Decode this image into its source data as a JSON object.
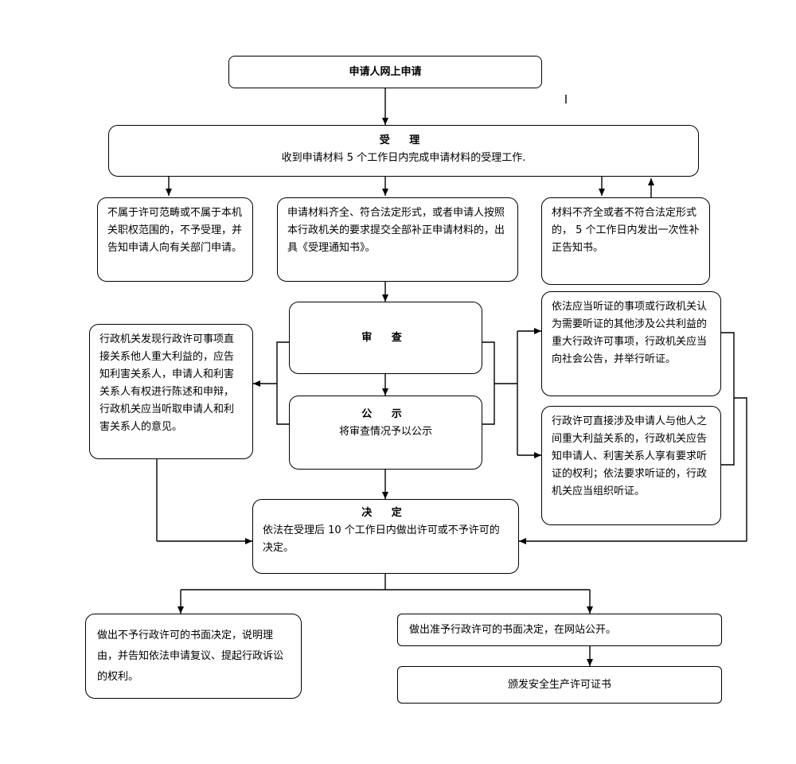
{
  "apply": "申请人网上申请",
  "accept": {
    "title": "受 理",
    "text": "收到申请材料 5 个工作日内完成申请材料的受理工作."
  },
  "reject_scope": "不属于许可范畴或不属于本机关职权范围的，不予受理，并告知申请人向有关部门申请。",
  "complete": "申请材料齐全、符合法定形式，或者申请人按照本行政机关的要求提交全部补正申请材料的，出具《受理通知书》。",
  "incomplete": "材料不齐全或者不符合法定形式的， 5 个工作日内发出一次性补正告知书。",
  "review": {
    "title": "审 查"
  },
  "notify_parties": "行政机关发现行政许可事项直接关系他人重大利益的，应告知利害关系人，申请人和利害关系人有权进行陈述和申辩，行政机关应当听取申请人和利害关系人的意见。",
  "publicity": {
    "title": "公 示",
    "text": "将审查情况予以公示"
  },
  "hearing_public": "依法应当听证的事项或行政机关认为需要听证的其他涉及公共利益的重大行政许可事项，行政机关应当向社会公告，并举行听证。",
  "hearing_party": "行政许可直接涉及申请人与他人之间重大利益关系的，行政机关应告知申请人、利害关系人享有要求听证的权利；依法要求听证的，行政机关应当组织听证。",
  "decision": {
    "title": "决 定",
    "text": "依法在受理后 10 个工作日内做出许可或不予许可的决定。"
  },
  "deny": "做出不予行政许可的书面决定，说明理由，并告知依法申请复议、提起行政诉讼的权利。",
  "grant": "做出准予行政许可的书面决定，在网站公开。",
  "certificate": "颁发安全生产许可证书"
}
